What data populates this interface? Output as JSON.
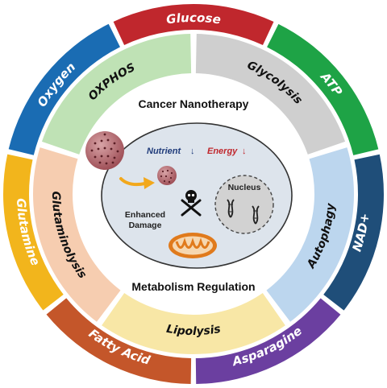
{
  "outer_ring": [
    {
      "label": "Glucose",
      "color": "#c0272d"
    },
    {
      "label": "ATP",
      "color": "#1ea346"
    },
    {
      "label": "NAD+",
      "color": "#1f4e79"
    },
    {
      "label": "Asparagine",
      "color": "#6b3fa0"
    },
    {
      "label": "Fatty Acid",
      "color": "#c4562a"
    },
    {
      "label": "Glutamine",
      "color": "#f2b51c"
    },
    {
      "label": "Oxygen",
      "color": "#1a6cb3"
    }
  ],
  "middle_ring": [
    {
      "label": "Glycolysis",
      "color": "#cfcfcf"
    },
    {
      "label": "Autophagy",
      "color": "#bcd6ee"
    },
    {
      "label": "Lipolysis",
      "color": "#f8e7a6"
    },
    {
      "label": "Glutaminolysis",
      "color": "#f6cdb0"
    },
    {
      "label": "OXPHOS",
      "color": "#bfe2b5"
    }
  ],
  "center": {
    "title_top": "Cancer Nanotherapy",
    "title_bottom": "Metabolism Regulation",
    "nutrient_label": "Nutrient",
    "energy_label": "Energy",
    "down_arrow": "↓",
    "nucleus_label": "Nucleus",
    "damage_line1": "Enhanced",
    "damage_line2": "Damage"
  }
}
